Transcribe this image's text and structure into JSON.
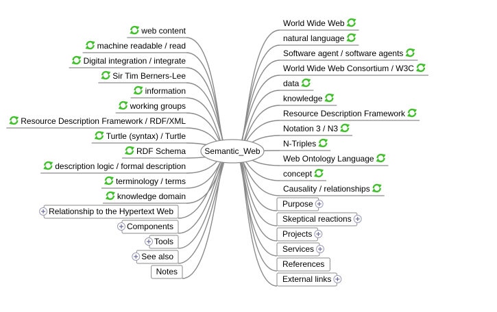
{
  "center": {
    "label": "Semantic_Web"
  },
  "colors": {
    "line": "#8a8a8a",
    "link_icon": "#3fbf2a",
    "expand_icon": "#6a6a9a"
  },
  "left_nodes": [
    {
      "label": "web content",
      "style": "link"
    },
    {
      "label": "machine readable / read",
      "style": "link"
    },
    {
      "label": "Digital integration / integrate",
      "style": "link"
    },
    {
      "label": "Sir Tim Berners-Lee",
      "style": "link"
    },
    {
      "label": "information",
      "style": "link"
    },
    {
      "label": "working groups",
      "style": "link"
    },
    {
      "label": "Resource Description Framework / RDF/XML",
      "style": "link"
    },
    {
      "label": "Turtle (syntax) / Turtle",
      "style": "link"
    },
    {
      "label": "RDF Schema",
      "style": "link"
    },
    {
      "label": "description logic / formal description",
      "style": "link"
    },
    {
      "label": "terminology / terms",
      "style": "link"
    },
    {
      "label": "knowledge domain",
      "style": "link"
    },
    {
      "label": "Relationship to the Hypertext Web",
      "style": "expand"
    },
    {
      "label": "Components",
      "style": "expand"
    },
    {
      "label": "Tools",
      "style": "expand"
    },
    {
      "label": "See also",
      "style": "expand"
    },
    {
      "label": "Notes",
      "style": "box"
    }
  ],
  "right_nodes": [
    {
      "label": "World Wide Web",
      "style": "link"
    },
    {
      "label": "natural language",
      "style": "link"
    },
    {
      "label": "Software agent / software agents",
      "style": "link"
    },
    {
      "label": "World Wide Web Consortium / W3C",
      "style": "link"
    },
    {
      "label": "data",
      "style": "link"
    },
    {
      "label": "knowledge",
      "style": "link"
    },
    {
      "label": "Resource Description Framework",
      "style": "link"
    },
    {
      "label": "Notation 3 / N3",
      "style": "link"
    },
    {
      "label": "N-Triples",
      "style": "link"
    },
    {
      "label": "Web Ontology Language",
      "style": "link"
    },
    {
      "label": "concept",
      "style": "link"
    },
    {
      "label": "Causality / relationships",
      "style": "link"
    },
    {
      "label": "Purpose",
      "style": "expand"
    },
    {
      "label": "Skeptical reactions",
      "style": "expand"
    },
    {
      "label": "Projects",
      "style": "expand"
    },
    {
      "label": "Services",
      "style": "expand"
    },
    {
      "label": "References",
      "style": "box"
    },
    {
      "label": "External links",
      "style": "expand"
    }
  ]
}
